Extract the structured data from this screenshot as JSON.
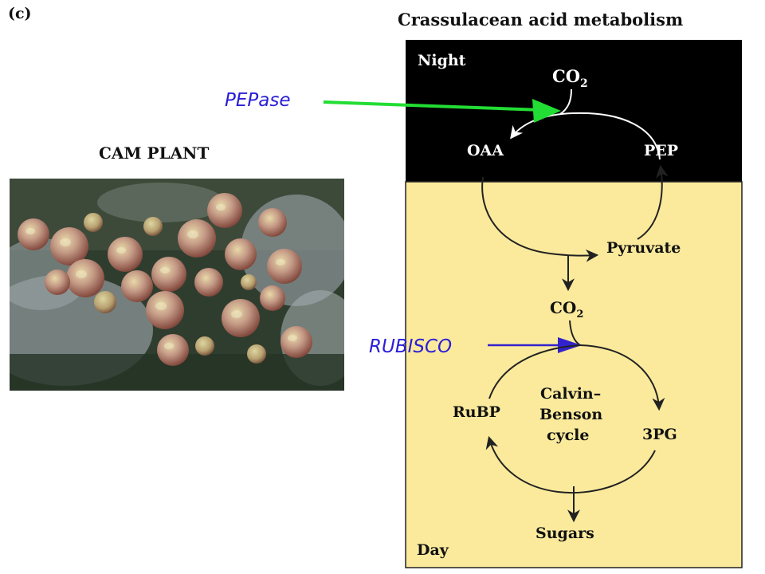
{
  "panel_label": "(c)",
  "diagram_title": "Crassulacean acid metabolism",
  "plant_title": "CAM PLANT",
  "colors": {
    "night_bg": "#000000",
    "day_bg": "#fbea9c",
    "pepase_arrow": "#22dd33",
    "rubisco_arrow": "#3322cc",
    "enzyme_text": "#2a1ed6"
  },
  "icons": {
    "photo": "succulent-plant-photo"
  },
  "sections": {
    "night": "Night",
    "day": "Day"
  },
  "enzymes": {
    "pepase": "PEPase",
    "rubisco": "RUBISCO"
  },
  "molecules": {
    "co2_night": "CO",
    "co2_night_sub": "2",
    "oaa": "OAA",
    "pep": "PEP",
    "pyruvate": "Pyruvate",
    "co2_day": "CO",
    "co2_day_sub": "2",
    "rubp": "RuBP",
    "pg3": "3PG",
    "sugars": "Sugars"
  },
  "cycle": {
    "line1": "Calvin–",
    "line2": "Benson",
    "line3": "cycle"
  }
}
